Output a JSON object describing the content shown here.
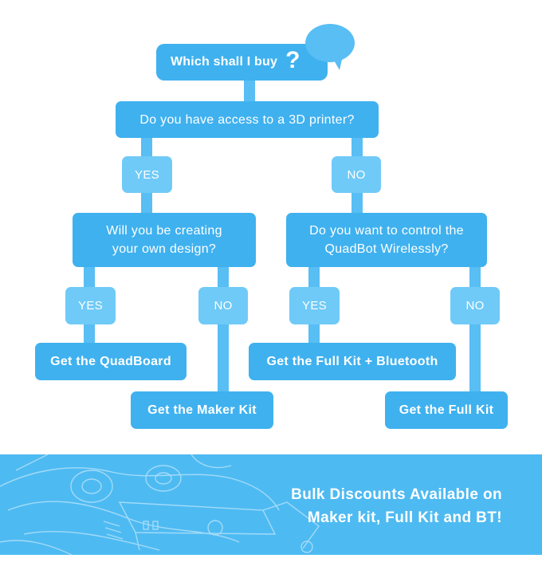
{
  "start": {
    "label": "Which shall I buy",
    "mark": "?"
  },
  "q1": {
    "text": "Do you have access to a 3D printer?"
  },
  "q1_yes": "YES",
  "q1_no": "NO",
  "q2": {
    "line1": "Will you be creating",
    "line2": "your own design?"
  },
  "q3": {
    "line1": "Do you want to control the",
    "line2": "QuadBot Wirelessly?"
  },
  "q2_yes": "YES",
  "q2_no": "NO",
  "q3_yes": "YES",
  "q3_no": "NO",
  "results": {
    "quadboard": "Get the QuadBoard",
    "maker_kit": "Get the Maker Kit",
    "full_kit_bt": "Get the Full Kit + Bluetooth",
    "full_kit": "Get the Full Kit"
  },
  "banner": {
    "line1": "Bulk Discounts Available on",
    "line2": "Maker kit, Full Kit and BT!"
  },
  "colors": {
    "box": "#3fb1ef",
    "answer": "#6fcaf7",
    "connector": "#58bef4",
    "banner": "#4ebaf2"
  }
}
